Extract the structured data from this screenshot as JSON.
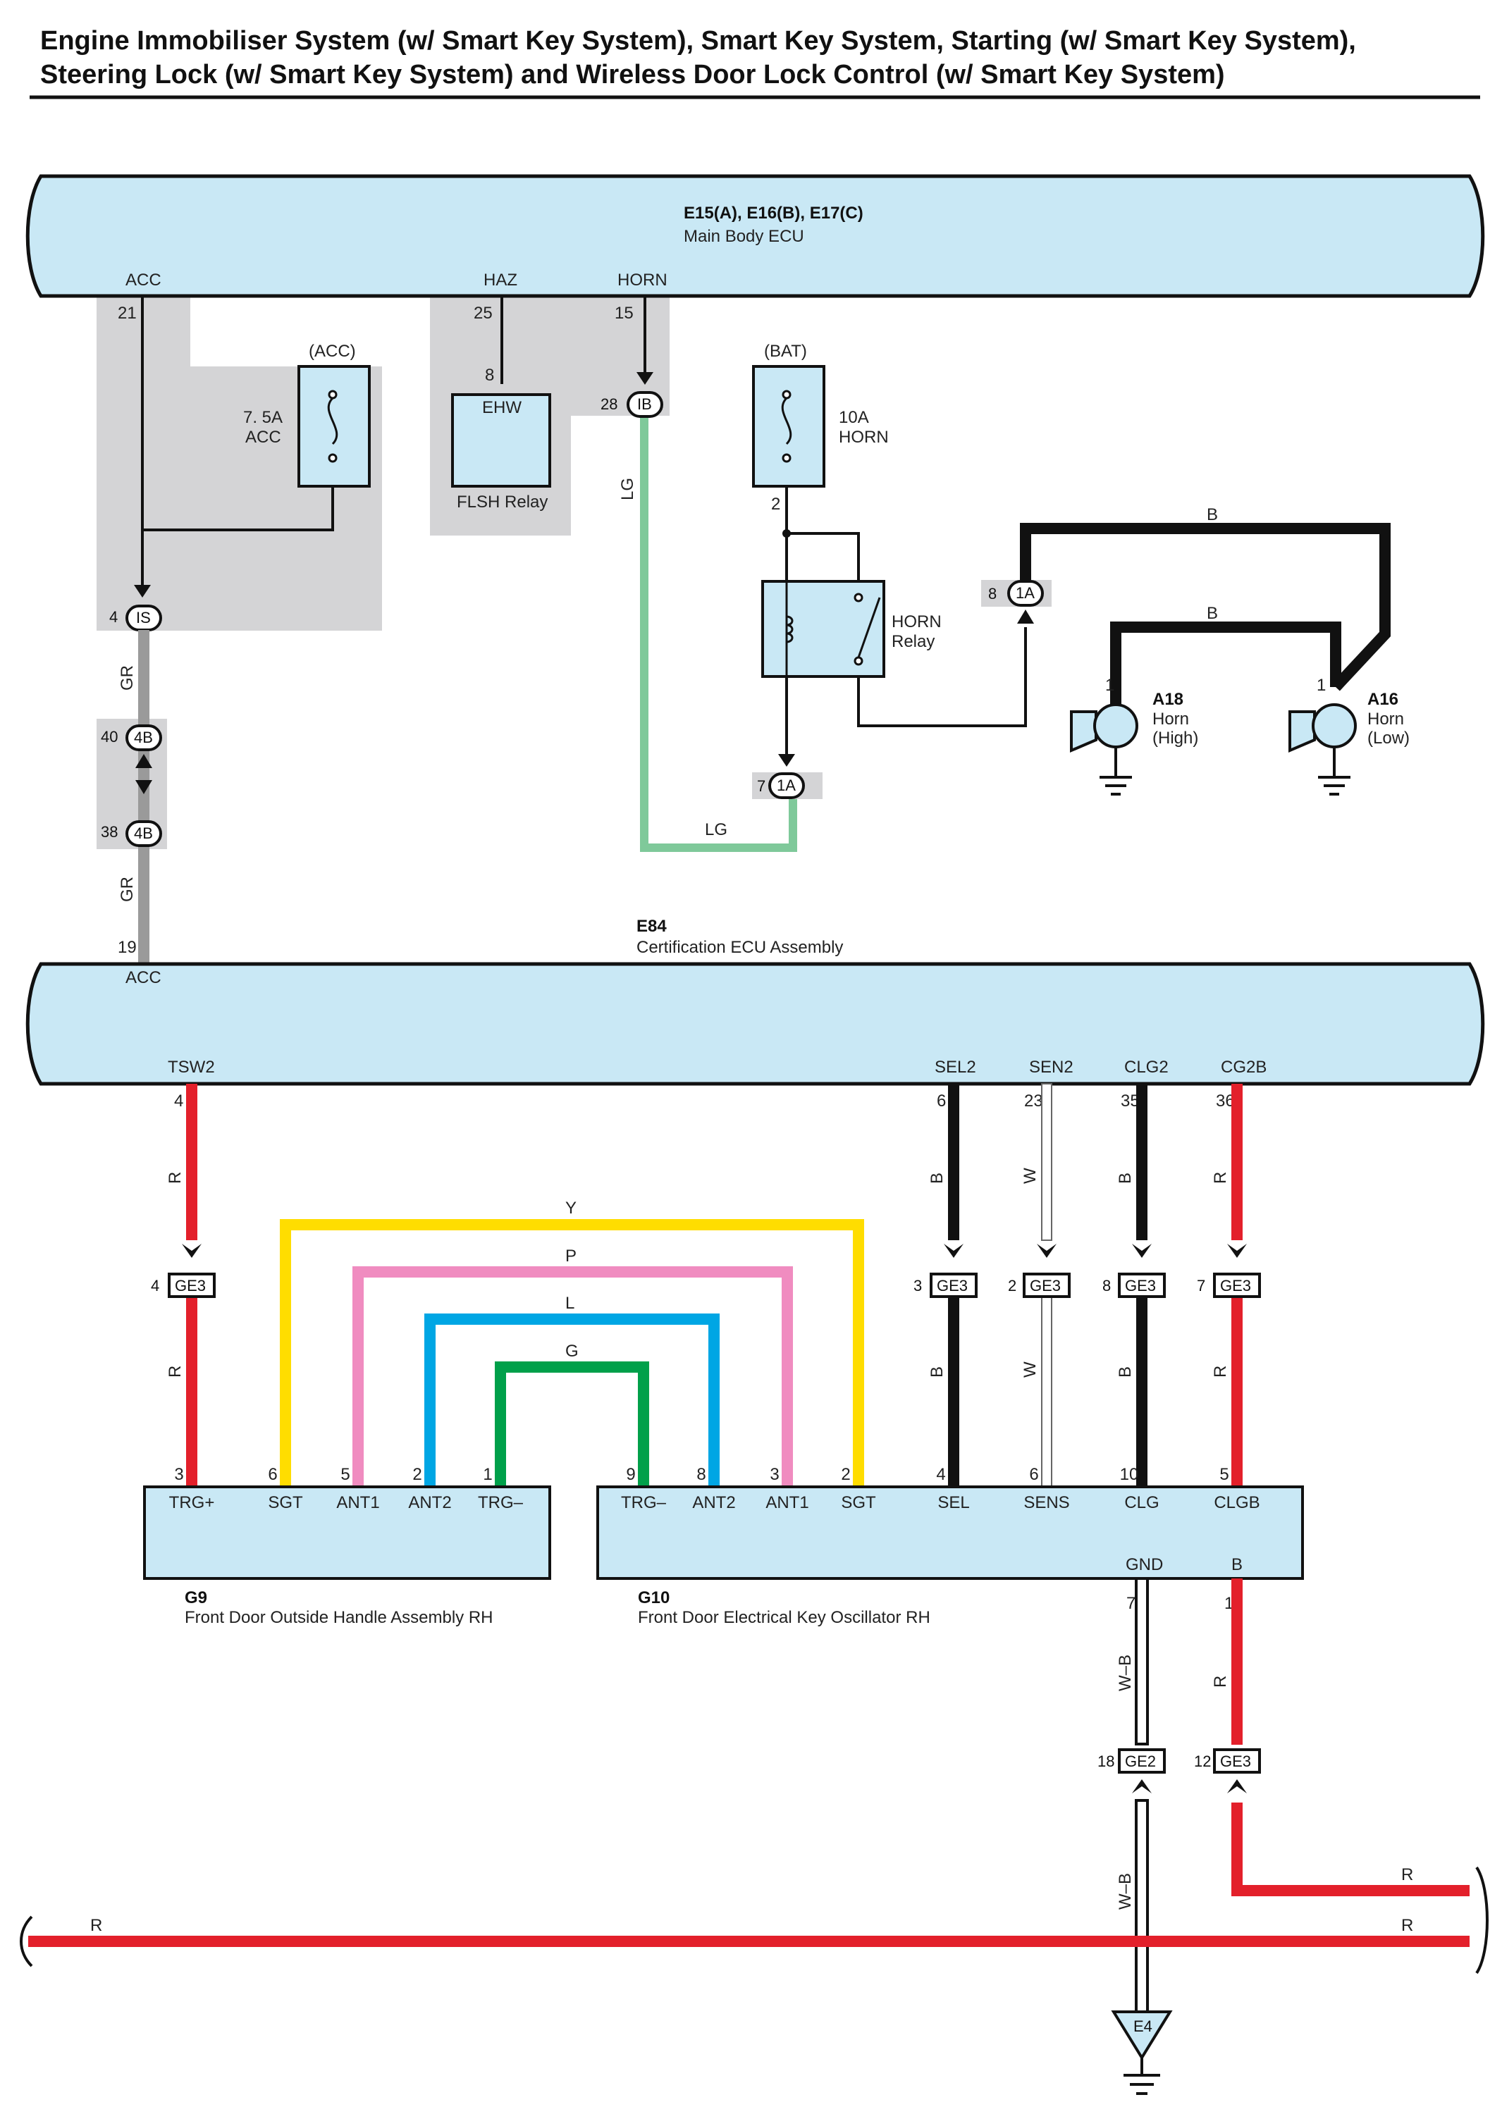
{
  "title": {
    "line1": "Engine Immobiliser System (w/ Smart Key System), Smart Key System, Starting (w/ Smart Key System),",
    "line2": "Steering Lock (w/ Smart Key System) and Wireless Door Lock Control (w/ Smart Key System)"
  },
  "main_body_ecu": {
    "code": "E15(A), E16(B), E17(C)",
    "name": "Main Body ECU",
    "pins": {
      "acc": "ACC",
      "acc_no": "21",
      "haz": "HAZ",
      "haz_no": "25",
      "horn": "HORN",
      "horn_no": "15"
    }
  },
  "fuse_acc": {
    "source": "(ACC)",
    "rating": "7. 5A",
    "name": "ACC"
  },
  "flsh_relay": {
    "pin_no": "8",
    "label": "EHW",
    "name": "FLSH Relay"
  },
  "fuse_horn": {
    "source": "(BAT)",
    "rating": "10A",
    "name": "HORN",
    "out_pin": "2"
  },
  "horn_relay": {
    "name1": "HORN",
    "name2": "Relay"
  },
  "horn_high": {
    "code": "A18",
    "name1": "Horn",
    "name2": "(High)",
    "pin": "1"
  },
  "horn_low": {
    "code": "A16",
    "name1": "Horn",
    "name2": "(Low)",
    "pin": "1"
  },
  "connectors": {
    "is": {
      "pin": "4",
      "code": "IS"
    },
    "ib": {
      "pin": "28",
      "code": "IB"
    },
    "c4b_top": {
      "pin": "40",
      "code": "4B"
    },
    "c4b_bot": {
      "pin": "38",
      "code": "4B"
    },
    "c1a_top": {
      "pin": "8",
      "code": "1A"
    },
    "c1a_bot": {
      "pin": "7",
      "code": "1A"
    },
    "ge3_trg": {
      "pin": "4",
      "code": "GE3"
    },
    "ge3_sel": {
      "pin": "3",
      "code": "GE3"
    },
    "ge3_sens": {
      "pin": "2",
      "code": "GE3"
    },
    "ge3_clg": {
      "pin": "8",
      "code": "GE3"
    },
    "ge3_clgb": {
      "pin": "7",
      "code": "GE3"
    },
    "ge2_gnd": {
      "pin": "18",
      "code": "GE2"
    },
    "ge3_b": {
      "pin": "12",
      "code": "GE3"
    }
  },
  "wire_colors": {
    "lg": "LG",
    "gr": "GR",
    "b": "B",
    "r": "R",
    "w": "W",
    "y": "Y",
    "p": "P",
    "l": "L",
    "g": "G",
    "wb": "W–B"
  },
  "cert_ecu": {
    "code": "E84",
    "name": "Certification ECU Assembly",
    "pins": {
      "acc": "ACC",
      "acc_no": "19",
      "tsw2": "TSW2",
      "tsw2_no": "4",
      "sel2": "SEL2",
      "sel2_no": "6",
      "sen2": "SEN2",
      "sen2_no": "23",
      "clg2": "CLG2",
      "clg2_no": "35",
      "cg2b": "CG2B",
      "cg2b_no": "36"
    }
  },
  "g9": {
    "code": "G9",
    "name": "Front Door Outside Handle Assembly RH",
    "pins": [
      {
        "no": "3",
        "label": "TRG+"
      },
      {
        "no": "6",
        "label": "SGT"
      },
      {
        "no": "5",
        "label": "ANT1"
      },
      {
        "no": "2",
        "label": "ANT2"
      },
      {
        "no": "1",
        "label": "TRG–"
      }
    ]
  },
  "g10": {
    "code": "G10",
    "name": "Front Door Electrical Key Oscillator RH",
    "pins": [
      {
        "no": "9",
        "label": "TRG–"
      },
      {
        "no": "8",
        "label": "ANT2"
      },
      {
        "no": "3",
        "label": "ANT1"
      },
      {
        "no": "2",
        "label": "SGT"
      },
      {
        "no": "4",
        "label": "SEL"
      },
      {
        "no": "6",
        "label": "SENS"
      },
      {
        "no": "10",
        "label": "CLG"
      },
      {
        "no": "5",
        "label": "CLGB"
      }
    ],
    "gnd": "GND",
    "gnd_no": "7",
    "b": "B",
    "b_no": "1"
  },
  "ground": {
    "code": "E4"
  },
  "colors": {
    "ecu_fill": "#c9e8f5",
    "shade": "#d4d4d6",
    "red": "#e3202b",
    "black": "#111111",
    "lg": "#7fc99a",
    "gray": "#9a9a9a",
    "yellow": "#ffdd00",
    "pink": "#f08cc0",
    "blue": "#00a6e4",
    "green": "#00a04a"
  }
}
